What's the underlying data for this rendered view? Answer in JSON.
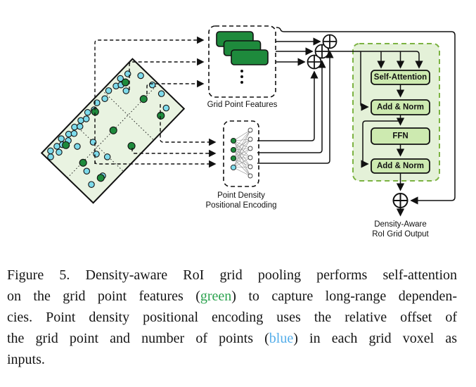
{
  "colors": {
    "roi_box_fill": "#e9f3e1",
    "attention_outer_fill": "#e4f1d8",
    "attention_outer_border": "#7cb342",
    "attention_box_fill": "#cdeab0",
    "feature_green": "#1e8a3c",
    "point_blue": "#7edbeb",
    "caption_green": "#2ba24e",
    "caption_blue": "#55aeea"
  },
  "diagram": {
    "roi_grid": {
      "green_points": [
        [
          -61,
          -34
        ],
        [
          -62,
          1
        ],
        [
          -60,
          34
        ],
        [
          2,
          -37
        ],
        [
          1,
          0
        ],
        [
          3,
          34
        ],
        [
          62,
          -35
        ],
        [
          63,
          0
        ],
        [
          63,
          34
        ]
      ],
      "blue_points": [
        [
          -88,
          -38
        ],
        [
          -82,
          -44
        ],
        [
          -75,
          -34
        ],
        [
          -71,
          -42
        ],
        [
          -64,
          -38
        ],
        [
          -59,
          -45
        ],
        [
          -54,
          -36
        ],
        [
          -47,
          -42
        ],
        [
          -41,
          -37
        ],
        [
          -34,
          -43
        ],
        [
          -28,
          -38
        ],
        [
          -21,
          -43
        ],
        [
          -14,
          -39
        ],
        [
          -6,
          -44
        ],
        [
          3,
          -40
        ],
        [
          13,
          -44
        ],
        [
          25,
          -40
        ],
        [
          37,
          -44
        ],
        [
          49,
          -41
        ],
        [
          55,
          -37
        ],
        [
          61,
          -44
        ],
        [
          73,
          -41
        ],
        [
          54,
          -26
        ],
        [
          84,
          -26
        ],
        [
          86,
          -5
        ],
        [
          86,
          13
        ],
        [
          76,
          32
        ],
        [
          -51,
          -21
        ],
        [
          -31,
          -9
        ],
        [
          -40,
          6
        ],
        [
          -32,
          20
        ],
        [
          -67,
          13
        ],
        [
          -76,
          31
        ],
        [
          -56,
          34
        ]
      ]
    },
    "grid_point_features": {
      "label": "Grid Point Features"
    },
    "positional_encoding": {
      "label_line1": "Point Density",
      "label_line2": "Positional Encoding"
    },
    "attention_block": {
      "boxes": [
        "Self-Attention",
        "Add & Norm",
        "FFN",
        "Add & Norm"
      ]
    },
    "output_label": {
      "line1": "Density-Aware",
      "line2": "RoI Grid Output"
    }
  },
  "caption": {
    "line1": "Figure 5. Density-aware RoI grid pooling performs self-attention",
    "line2_pre": "on the grid point features (",
    "line2_word": "green",
    "line2_post": ") to capture long-range dependen-",
    "line3": "cies. Point density positional encoding uses the relative offset of",
    "line4_pre": "the grid point and number of points (",
    "line4_word": "blue",
    "line4_post": ") in each grid voxel as",
    "line5": "inputs."
  }
}
